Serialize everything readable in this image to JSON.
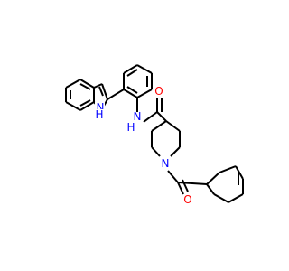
{
  "molecule": {
    "atoms": [
      {
        "id": "n_indole",
        "element": "N",
        "text": "N",
        "color": "#0000ff"
      },
      {
        "id": "h_indole",
        "element": "H",
        "text": "H",
        "color": "#0000ff"
      },
      {
        "id": "n_amide",
        "element": "N",
        "text": "N",
        "color": "#0000ff"
      },
      {
        "id": "h_amide",
        "element": "H",
        "text": "H",
        "color": "#0000ff"
      },
      {
        "id": "o_amide",
        "element": "O",
        "text": "O",
        "color": "#ff0000"
      },
      {
        "id": "n_piperidine",
        "element": "N",
        "text": "N",
        "color": "#0000ff"
      },
      {
        "id": "o_ketone",
        "element": "O",
        "text": "O",
        "color": "#ff0000"
      }
    ],
    "bond_color": "#000000"
  }
}
